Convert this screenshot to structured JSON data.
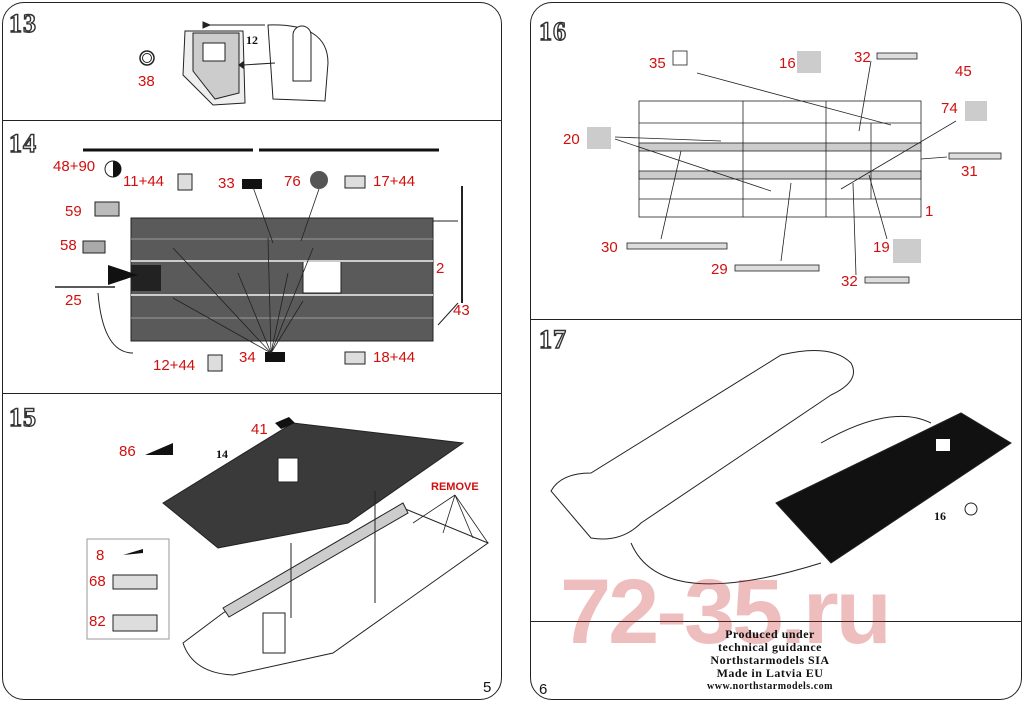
{
  "steps": {
    "s13": {
      "number": "13",
      "labels": {
        "l38": "38",
        "l12": "12"
      }
    },
    "s14": {
      "number": "14",
      "labels": {
        "l4890": "48+90",
        "l1144": "11+44",
        "l33": "33",
        "l76": "76",
        "l1744": "17+44",
        "l59": "59",
        "l58": "58",
        "l25": "25",
        "l2": "2",
        "l43": "43",
        "l1244": "12+44",
        "l34": "34",
        "l1844": "18+44"
      }
    },
    "s15": {
      "number": "15",
      "labels": {
        "l86": "86",
        "l14": "14",
        "l41": "41",
        "l8": "8",
        "l68": "68",
        "l82": "82",
        "remove": "REMOVE"
      }
    },
    "s16": {
      "number": "16",
      "labels": {
        "l35": "35",
        "l16": "16",
        "l32a": "32",
        "l45": "45",
        "l74": "74",
        "l20": "20",
        "l31": "31",
        "l1": "1",
        "l19": "19",
        "l30": "30",
        "l29": "29",
        "l32b": "32"
      }
    },
    "s17": {
      "number": "17",
      "labels": {
        "l16": "16"
      }
    }
  },
  "pages": {
    "left": "5",
    "right": "6"
  },
  "watermark": "72-35.ru",
  "credits": {
    "line1": "Produced under",
    "line2": "technical guidance",
    "line3": "Northstarmodels SIA",
    "line4": "Made in Latvia EU",
    "line5": "www.northstarmodels.com"
  },
  "colors": {
    "label_red": "#d10f0f",
    "part_dark": "#2a2a2a",
    "part_gray": "#c8c8c8"
  }
}
